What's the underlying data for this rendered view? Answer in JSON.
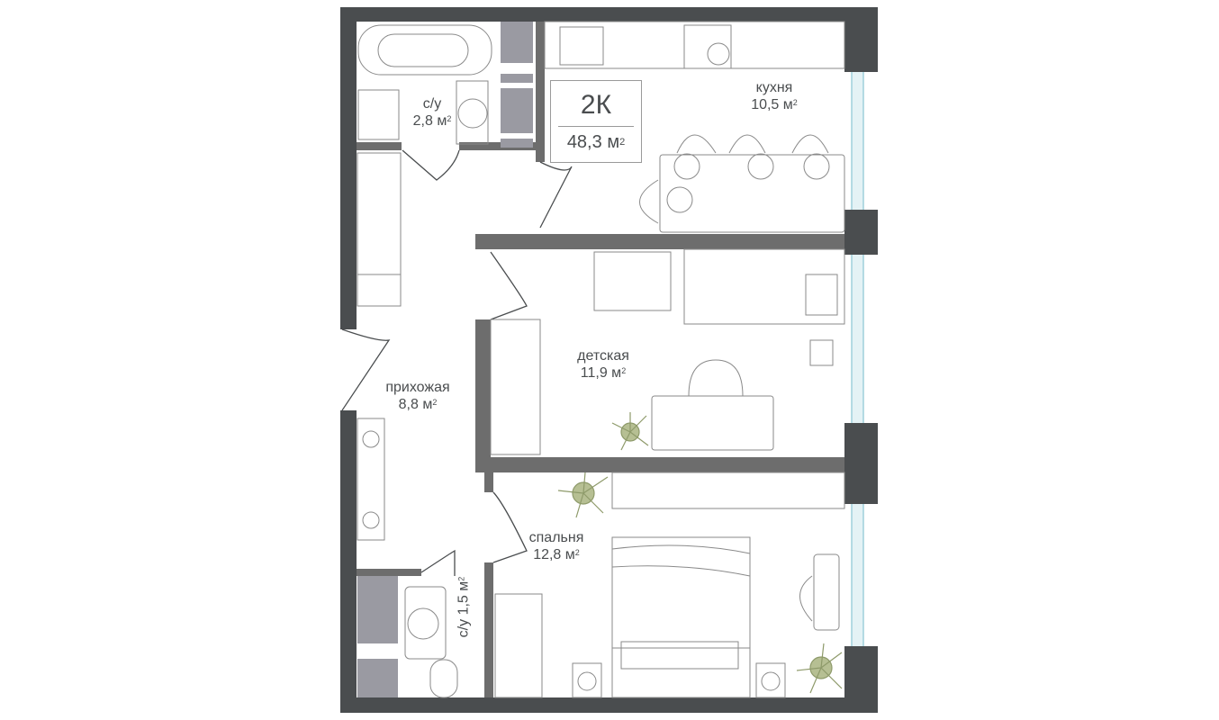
{
  "plan": {
    "apartment_type": "2К",
    "total_area": "48,3",
    "unit": "м",
    "unit_power": "2"
  },
  "rooms": [
    {
      "id": "bathroom",
      "name": "с/у",
      "area": "2,8 м"
    },
    {
      "id": "kitchen",
      "name": "кухня",
      "area": "10,5 м"
    },
    {
      "id": "hallway",
      "name": "прихожая",
      "area": "8,8 м"
    },
    {
      "id": "kids-room",
      "name": "детская",
      "area": "11,9 м"
    },
    {
      "id": "bedroom",
      "name": "спальня",
      "area": "12,8 м"
    },
    {
      "id": "toilet",
      "name": "с/у",
      "area": "1,5 м"
    }
  ],
  "colors": {
    "outer_wall": "#4a4d4f",
    "inner_wall": "#6d6d6d",
    "shaft": "#9a9aa2",
    "window": "#cfe8ee",
    "plant": "#9aa47a",
    "line": "#7a7a7a"
  }
}
